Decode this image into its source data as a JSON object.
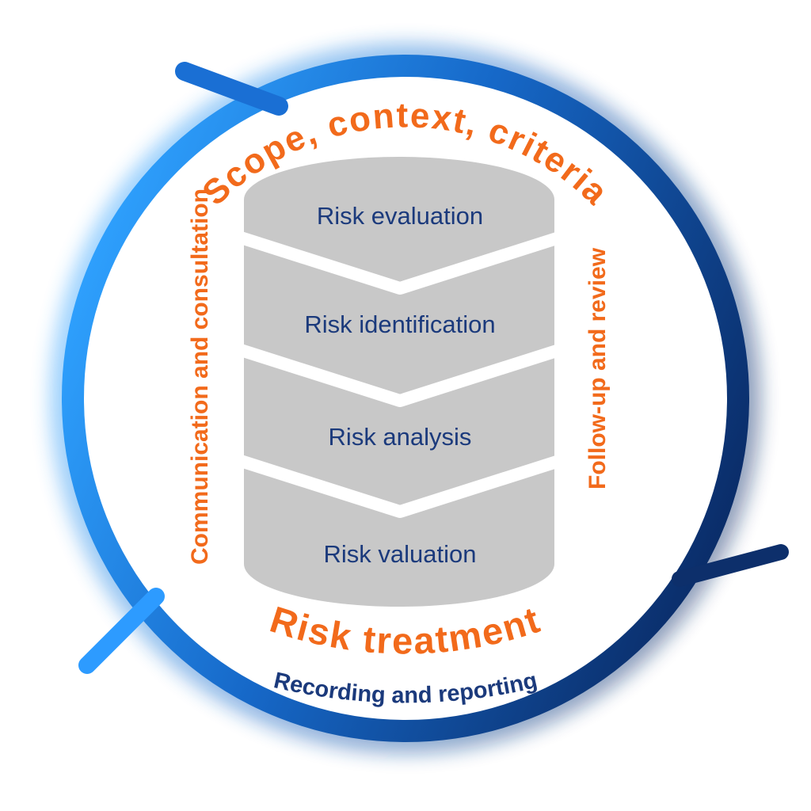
{
  "diagram": {
    "top_arc": "Scope, context, criteria",
    "left_label": "Communication and consultation",
    "right_label": "Follow-up and review",
    "bottom_arc": "Risk treatment",
    "bottom_sub": "Recording and reporting",
    "stack": {
      "steps": [
        "Risk evaluation",
        "Risk identification",
        "Risk analysis",
        "Risk valuation"
      ]
    },
    "colors": {
      "orange": "#F26A1B",
      "navy": "#1B3A7C",
      "ring_light_blue": "#2FA2FF",
      "ring_mid_blue": "#1668C8",
      "ring_dark_blue": "#0A2B66",
      "cylinder_gray": "#C8C8C8",
      "separator_white": "#FFFFFF"
    }
  }
}
